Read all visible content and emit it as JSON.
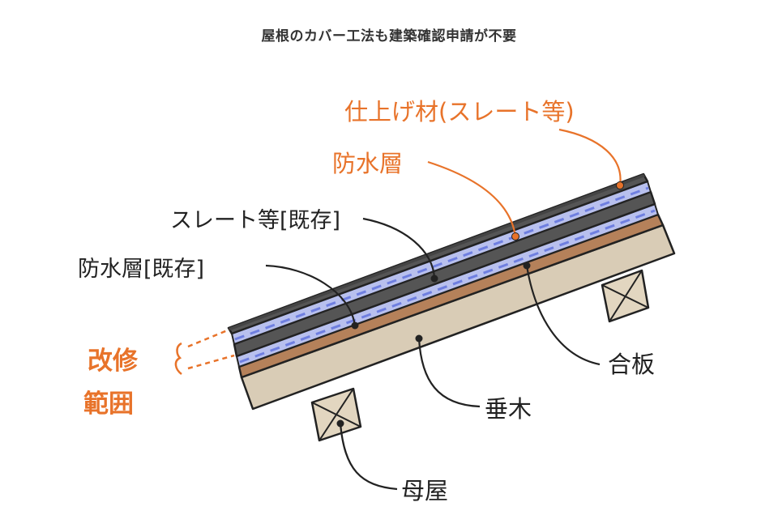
{
  "title": "屋根のカバー工法も建築確認申請が不要",
  "labels": {
    "finish": "仕上げ材(スレート等)",
    "waterproof_new": "防水層",
    "slate_existing": "スレート等[既存]",
    "waterproof_existing": "防水層[既存]",
    "scope_line1": "改修",
    "scope_line2": "範囲",
    "plywood": "合板",
    "rafter": "垂木",
    "purlin": "母屋"
  },
  "colors": {
    "accent": "#e8732a",
    "ink": "#222222",
    "slate": "#555555",
    "waterproof": "#b8c0ee",
    "waterproof_dash": "#6f7fe0",
    "plywood": "#b5815a",
    "timber": "#d9ccb6",
    "block": "#e2d6c0"
  }
}
